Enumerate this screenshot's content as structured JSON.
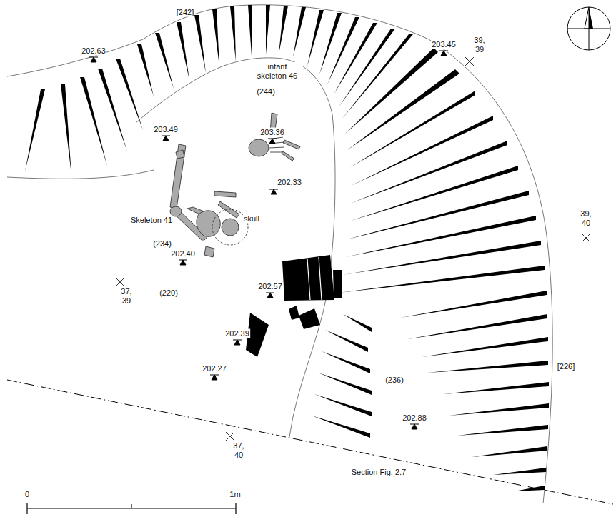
{
  "diagram": {
    "labels": [
      "[242]",
      "202.63",
      "203.45",
      "39, 39",
      "infant skeleton 46",
      "(244)",
      "203.36",
      "203.49",
      "202.33",
      "Skeleton 41",
      "skull",
      "(234)",
      "202.40",
      "39, 40",
      "37, 39",
      "(220)",
      "202.57",
      "202.39",
      "202.27",
      "(236)",
      "[226]",
      "202.88",
      "37, 40",
      "Section Fig. 2.7",
      "0",
      "1m"
    ]
  }
}
